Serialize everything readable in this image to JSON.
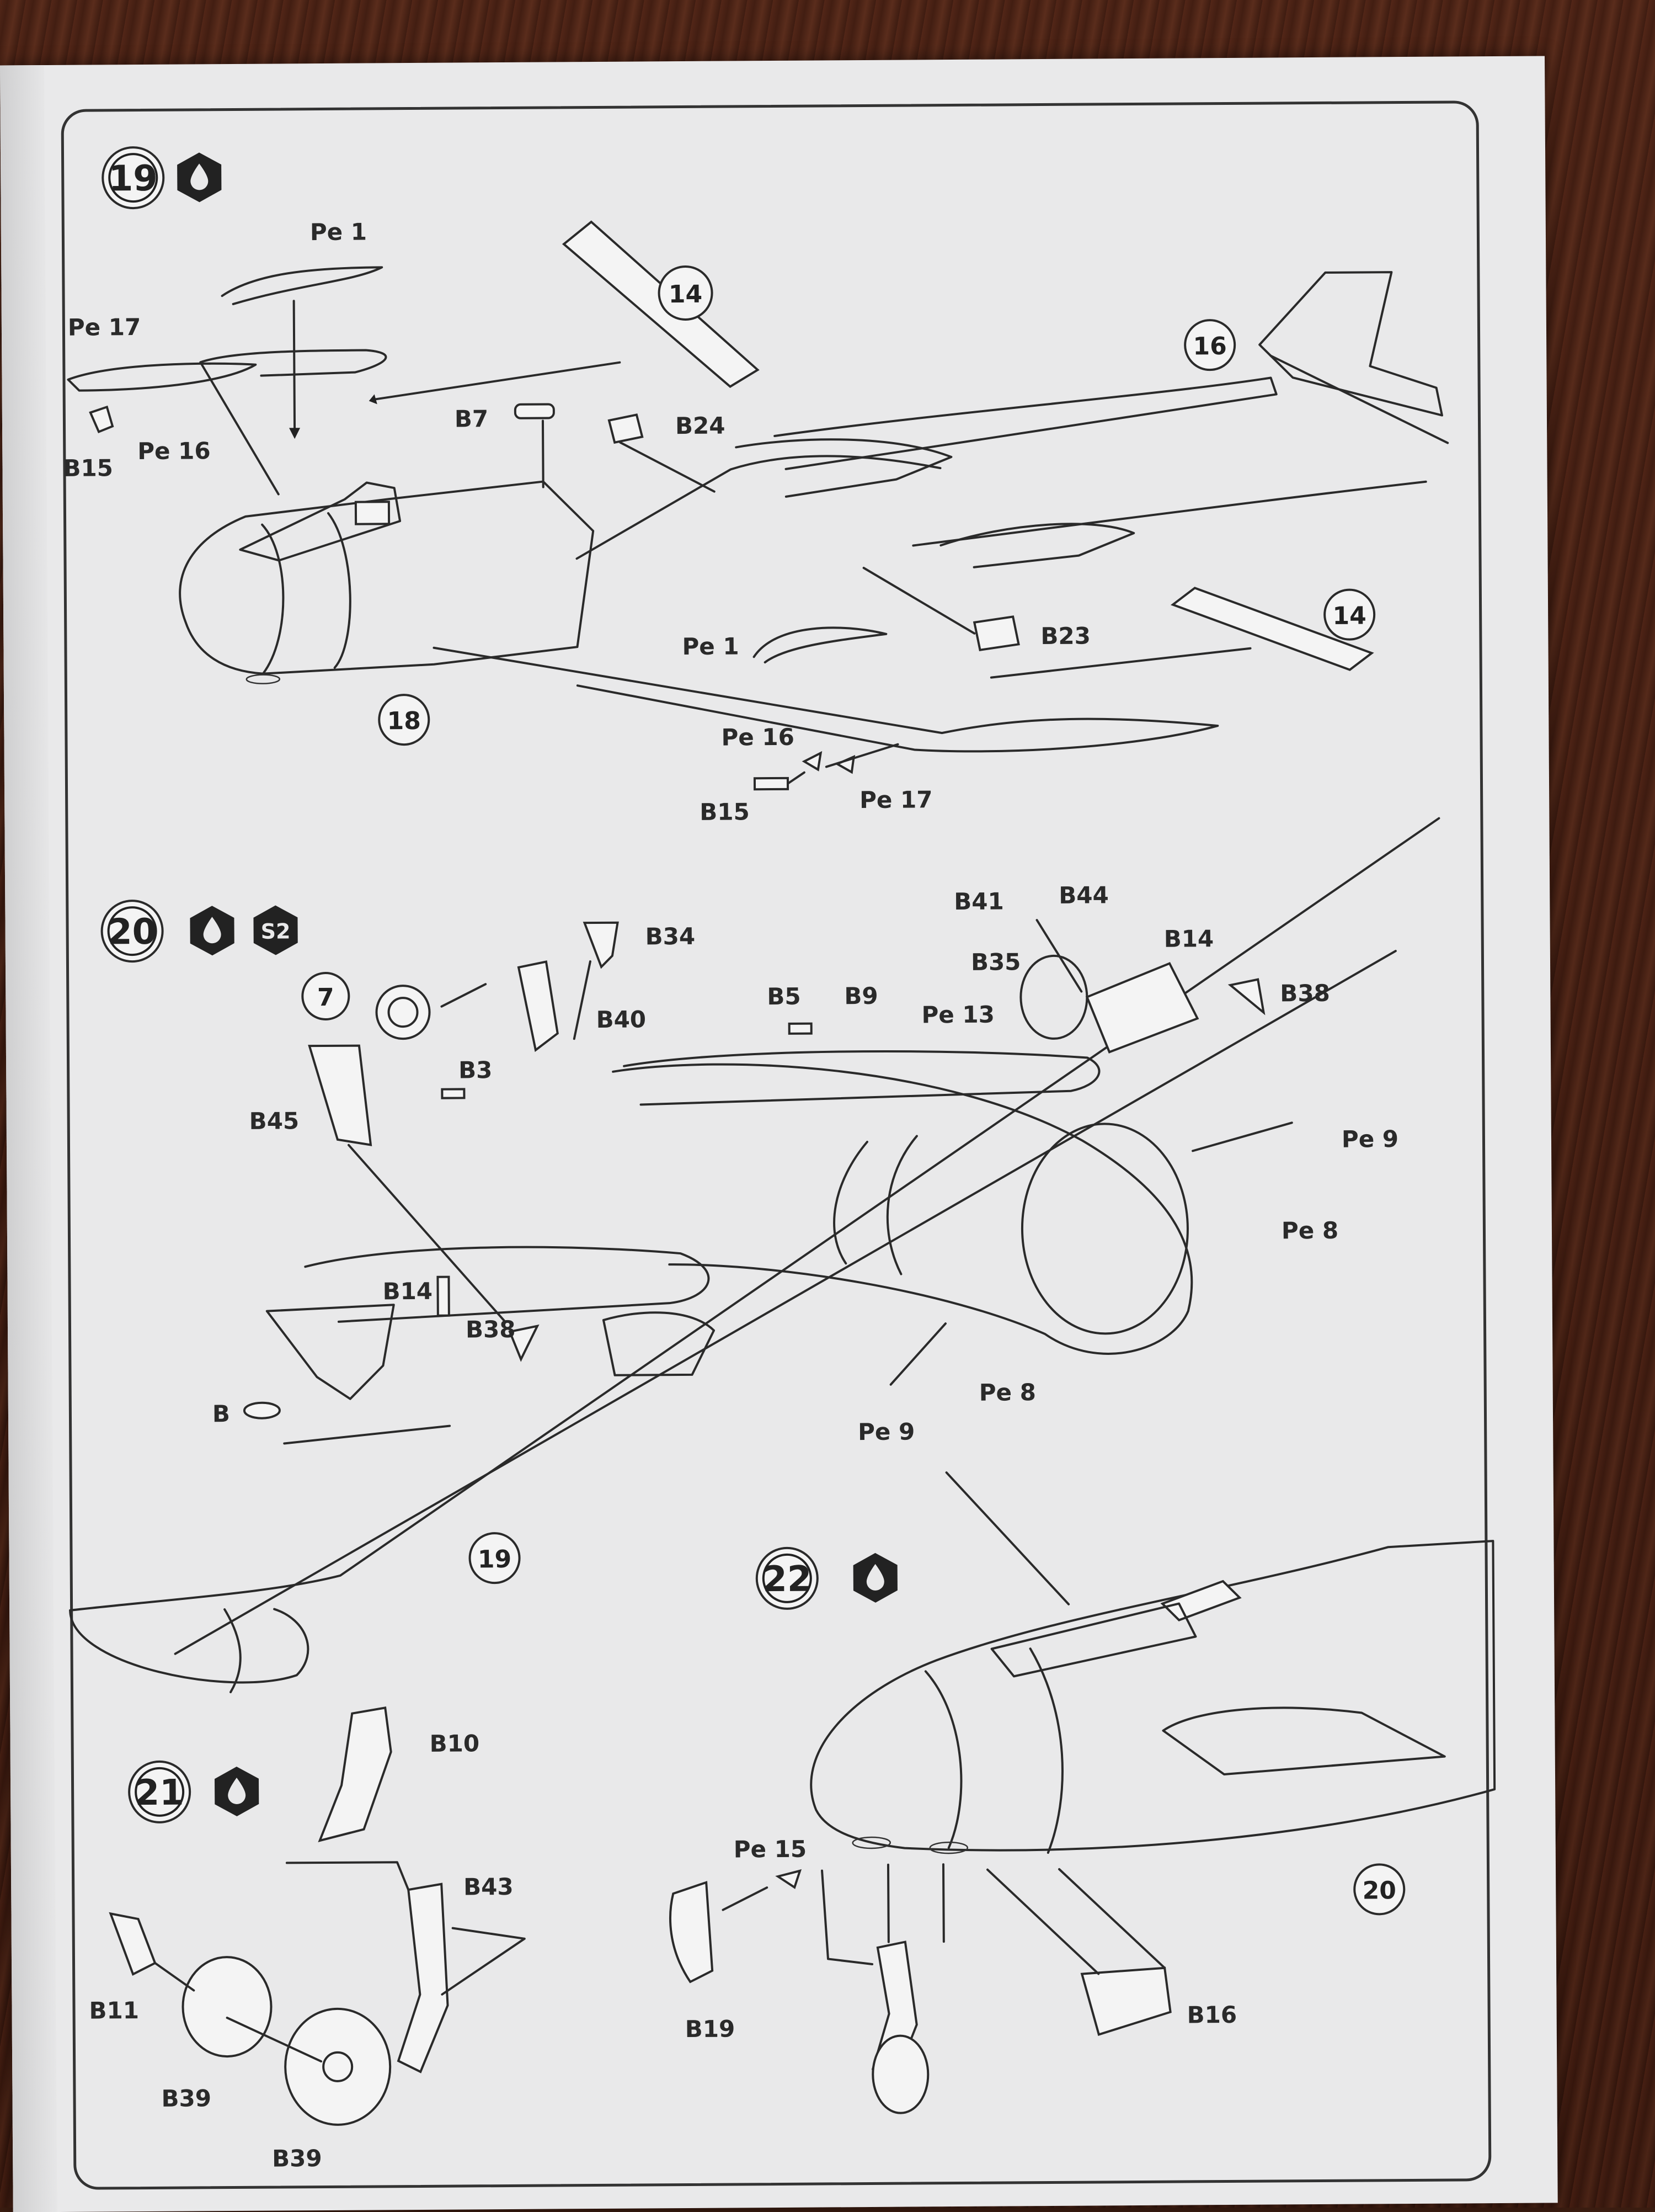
{
  "steps": [
    {
      "number": "19",
      "icons": [
        "glue-icon"
      ]
    },
    {
      "number": "20",
      "icons": [
        "glue-icon",
        "s2-icon"
      ]
    },
    {
      "number": "21",
      "icons": [
        "glue-icon"
      ]
    },
    {
      "number": "22",
      "icons": [
        "glue-icon"
      ]
    }
  ],
  "subassembly_refs": {
    "ref14_a": "14",
    "ref14_b": "14",
    "ref16": "16",
    "ref18": "18",
    "ref7": "7",
    "ref19": "19",
    "ref20": "20"
  },
  "step19_labels": {
    "pe1_top": "Pe 1",
    "pe17_left": "Pe 17",
    "b15_left": "B15",
    "pe16_left": "Pe 16",
    "b7": "B7",
    "b24": "B24",
    "b23": "B23",
    "pe1_mid": "Pe 1",
    "pe16_bottom": "Pe 16",
    "b15_bottom": "B15",
    "pe17_bottom": "Pe 17"
  },
  "step20_labels": {
    "b34": "B34",
    "b40": "B40",
    "b3": "B3",
    "b45": "B45",
    "b5": "B5",
    "b9": "B9",
    "b41": "B41",
    "b44": "B44",
    "b35": "B35",
    "pe13": "Pe 13",
    "b14_right": "B14",
    "b38_right": "B38",
    "pe9_right": "Pe 9",
    "pe8_right": "Pe 8",
    "b14_left": "B14",
    "b38_left": "B38",
    "b8": "B",
    "pe8_bottom": "Pe 8",
    "pe9_bottom": "Pe 9"
  },
  "step21_labels": {
    "b10": "B10",
    "b43": "B43",
    "b11": "B11",
    "b39_a": "B39",
    "b39_b": "B39"
  },
  "step22_labels": {
    "pe15": "Pe 15",
    "b19": "B19",
    "b16": "B16"
  },
  "colors": {
    "paper": "#e9e9ea",
    "ink": "#2a2a2a",
    "background": "#3a1c10"
  }
}
